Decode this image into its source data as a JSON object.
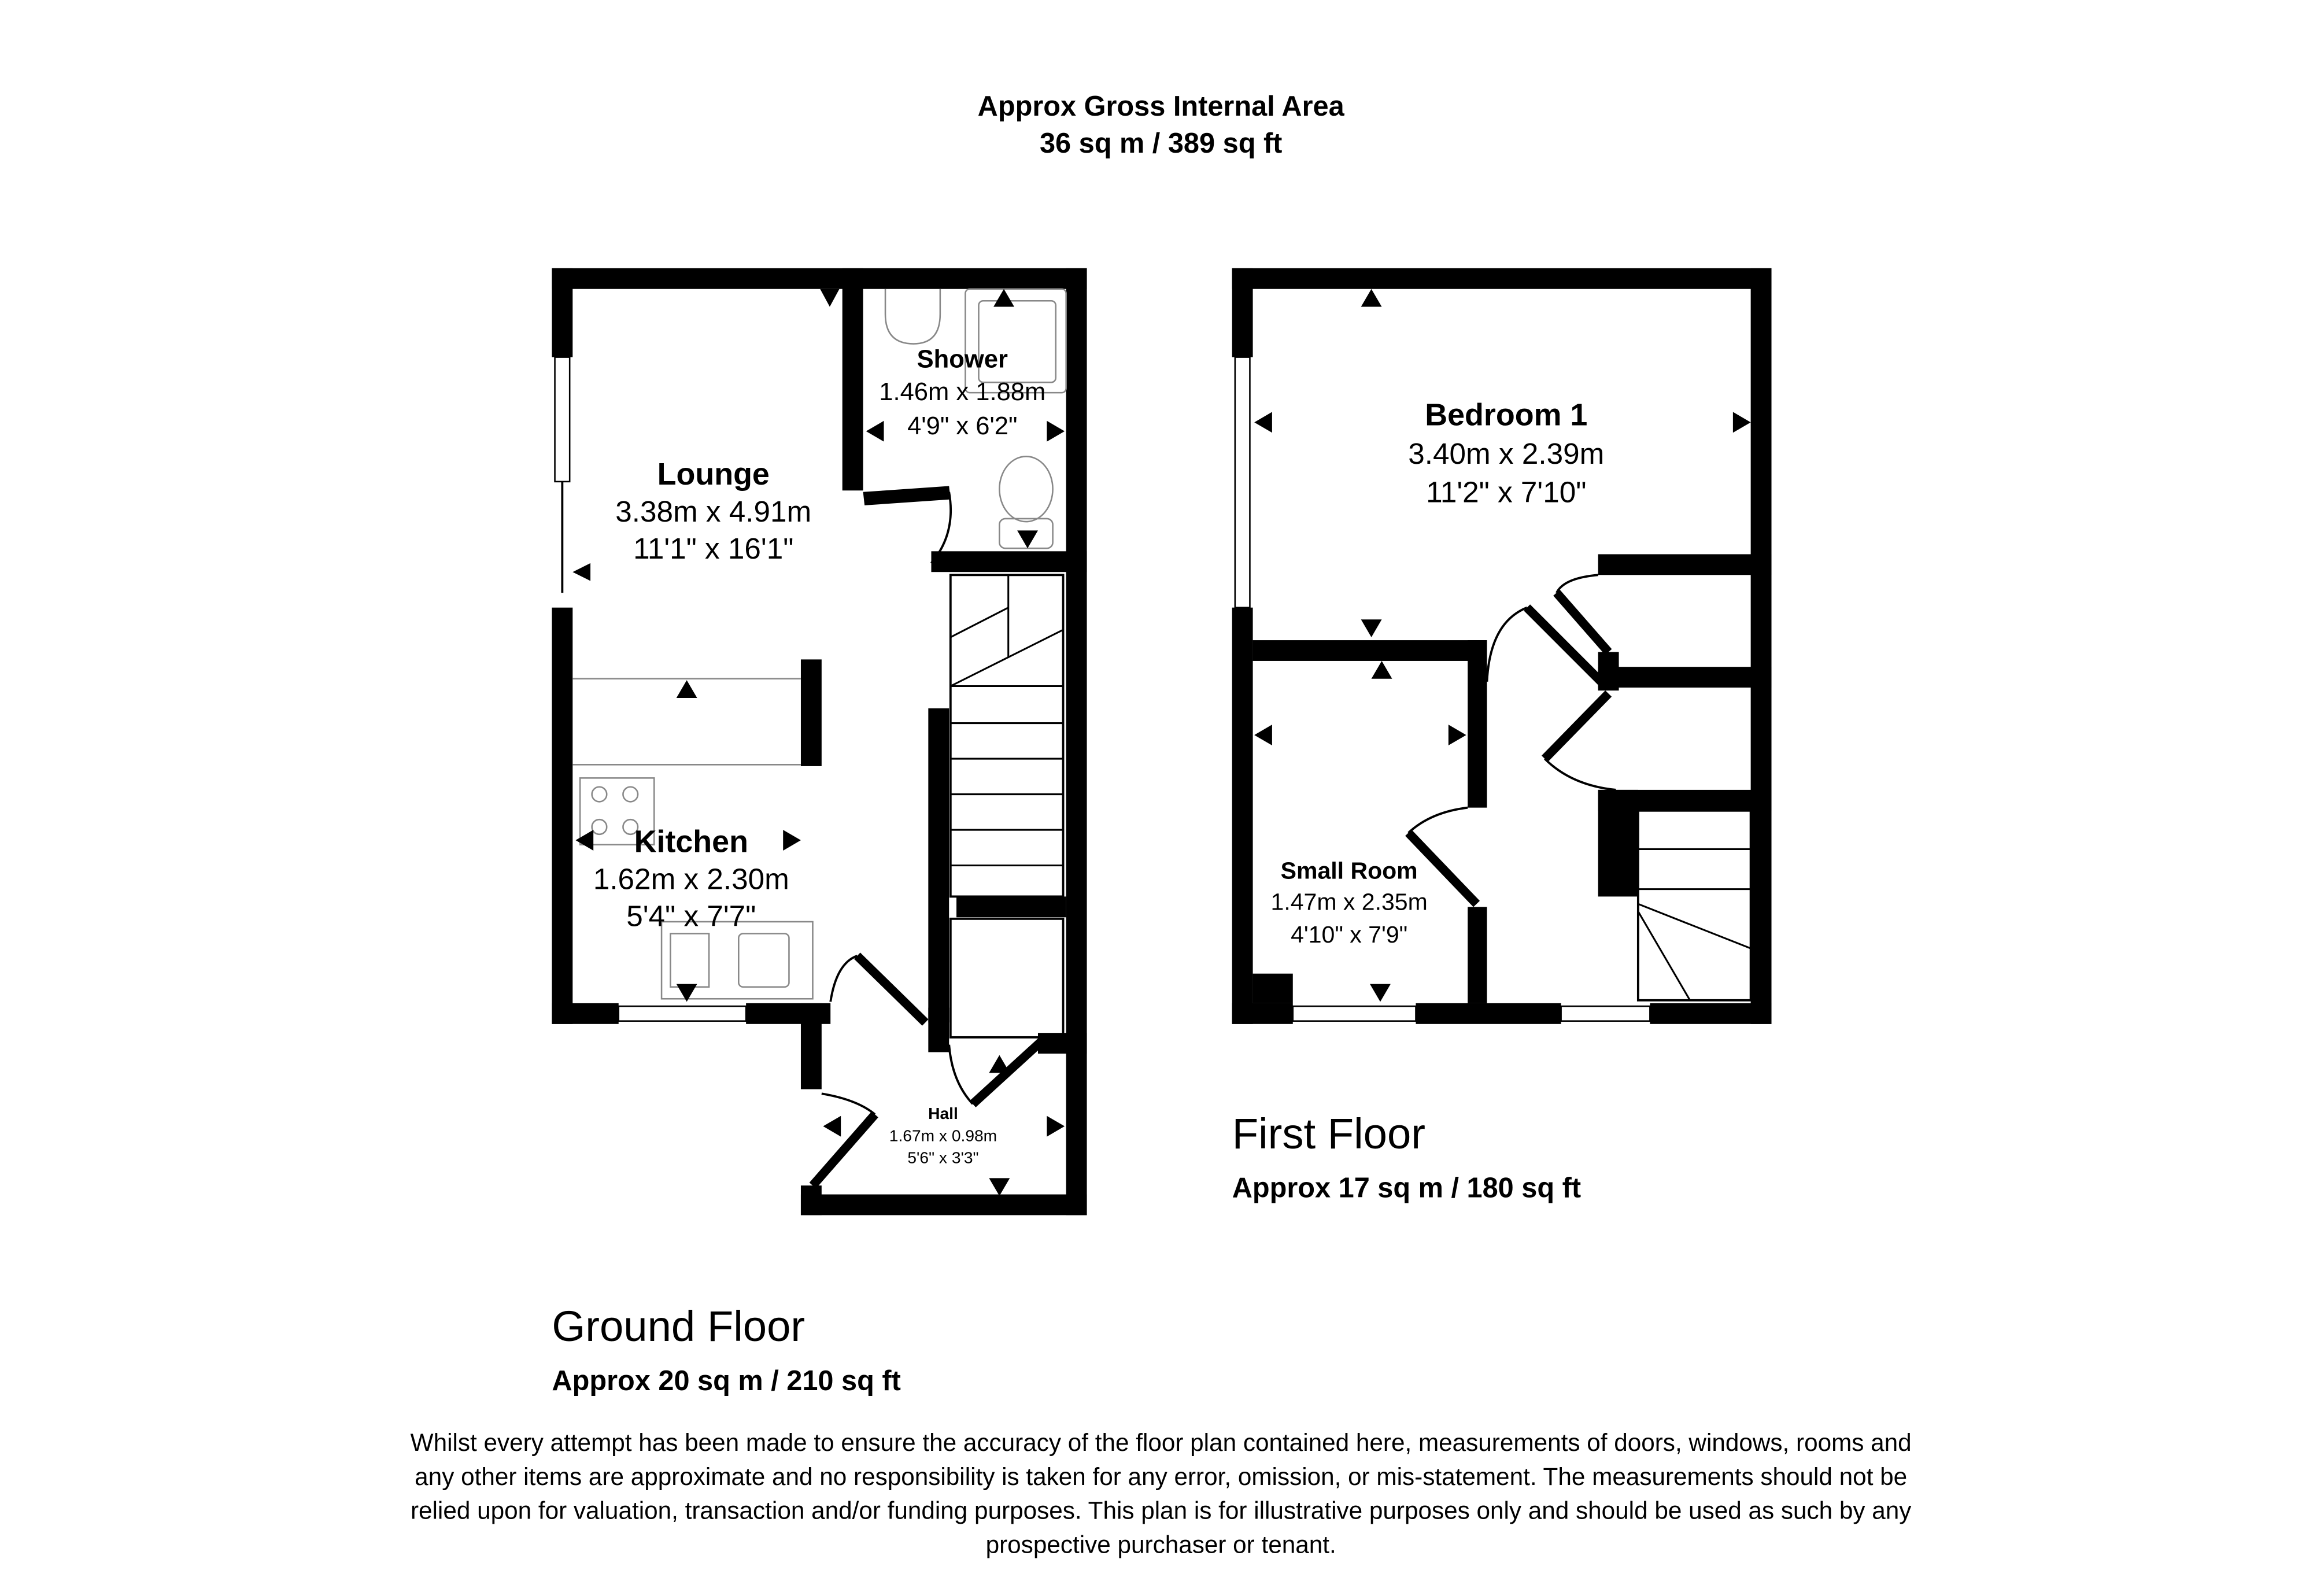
{
  "header": {
    "title": "Approx Gross Internal Area",
    "total_area": "36 sq m / 389 sq ft"
  },
  "ground_floor": {
    "label": "Ground Floor",
    "area": "Approx 20 sq m / 210 sq ft",
    "rooms": [
      {
        "name": "Lounge",
        "metric": "3.38m x 4.91m",
        "imperial": "11'1\" x 16'1\""
      },
      {
        "name": "Shower",
        "metric": "1.46m x 1.88m",
        "imperial": "4'9\" x 6'2\""
      },
      {
        "name": "Kitchen",
        "metric": "1.62m x 2.30m",
        "imperial": "5'4\" x 7'7\""
      },
      {
        "name": "Hall",
        "metric": "1.67m x 0.98m",
        "imperial": "5'6\" x 3'3\""
      }
    ]
  },
  "first_floor": {
    "label": "First Floor",
    "area": "Approx 17 sq m / 180 sq ft",
    "rooms": [
      {
        "name": "Bedroom 1",
        "metric": "3.40m x 2.39m",
        "imperial": "11'2\" x 7'10\""
      },
      {
        "name": "Small Room",
        "metric": "1.47m x 2.35m",
        "imperial": "4'10\" x 7'9\""
      }
    ]
  },
  "disclaimer": {
    "lines": [
      "Whilst every attempt has been made to ensure the accuracy of the floor plan contained here, measurements of doors, windows, rooms and",
      "any other items are approximate and no responsibility is taken for any error, omission, or mis-statement. The measurements should not be",
      "relied upon for valuation, transaction and/or funding purposes. This plan is for illustrative purposes only and should be used as such by any",
      "prospective purchaser or tenant."
    ]
  }
}
